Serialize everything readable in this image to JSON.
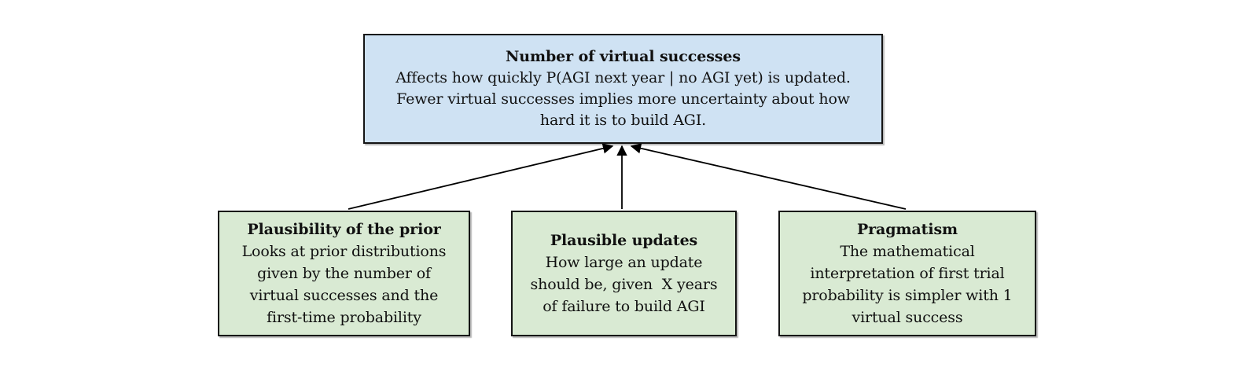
{
  "diagram": {
    "top_box": {
      "title": "Number of virtual successes",
      "body": "Affects how quickly P(AGI next year | no AGI yet) is updated.\nFewer virtual successes implies more uncertainty about how\nhard it is to build AGI.",
      "fill_color": "#cfe2f3",
      "border_color": "#141414"
    },
    "child_boxes": [
      {
        "title": "Plausibility of the prior",
        "body": "Looks at prior distributions\ngiven by the number of\nvirtual successes and the\nfirst-time probability",
        "fill_color": "#d9ead3",
        "border_color": "#141414"
      },
      {
        "title": "Plausible updates",
        "body": "How large an update\nshould be, given  X years\nof failure to build AGI",
        "fill_color": "#d9ead3",
        "border_color": "#141414"
      },
      {
        "title": "Pragmatism",
        "body": "The mathematical\ninterpretation of first trial\nprobability is simpler with 1\nvirtual success",
        "fill_color": "#d9ead3",
        "border_color": "#141414"
      }
    ],
    "edges": [
      {
        "from": "Plausibility of the prior",
        "to": "Number of virtual successes"
      },
      {
        "from": "Plausible updates",
        "to": "Number of virtual successes"
      },
      {
        "from": "Pragmatism",
        "to": "Number of virtual successes"
      }
    ],
    "arrow_color": "#000000",
    "background_color": "#ffffff"
  }
}
